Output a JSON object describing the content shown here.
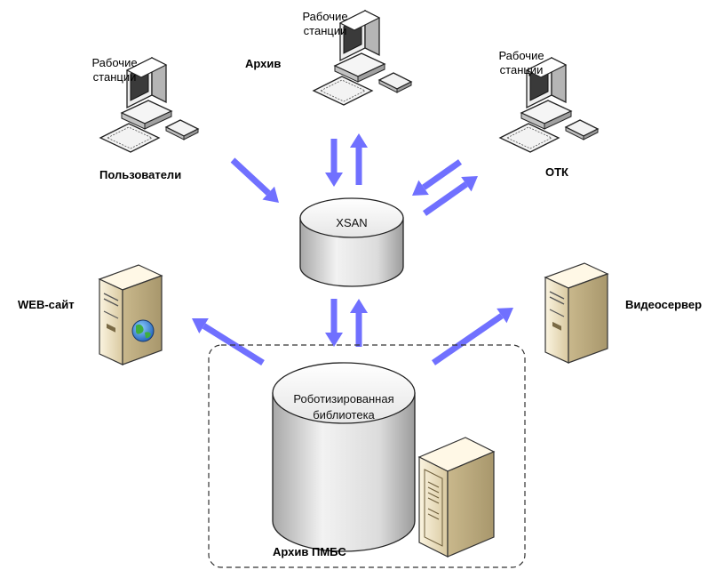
{
  "nodes": {
    "users": {
      "caption": "Рабочие станции",
      "name": "Пользователи"
    },
    "archive": {
      "caption": "Рабочие станции",
      "name": "Архив"
    },
    "otk": {
      "caption": "Рабочие станции",
      "name": "ОТК"
    },
    "xsan": {
      "name": "XSAN"
    },
    "website": {
      "name": "WEB-сайт"
    },
    "videoserver": {
      "name": "Видеосервер"
    },
    "library": {
      "name": "Роботизированная библиотека"
    },
    "pmbs": {
      "name": "Архив ПМБС"
    }
  },
  "colors": {
    "arrow": "#7070ff",
    "cylinder_top": "#f4f4f4",
    "cylinder_side": "#c8c8c8",
    "server_body": "#f0e6c8",
    "frame": "#333333"
  },
  "icons": {
    "workstation": "desktop-computer-icon",
    "server": "tower-server-icon",
    "globe": "globe-icon",
    "database": "cylinder-database-icon"
  }
}
